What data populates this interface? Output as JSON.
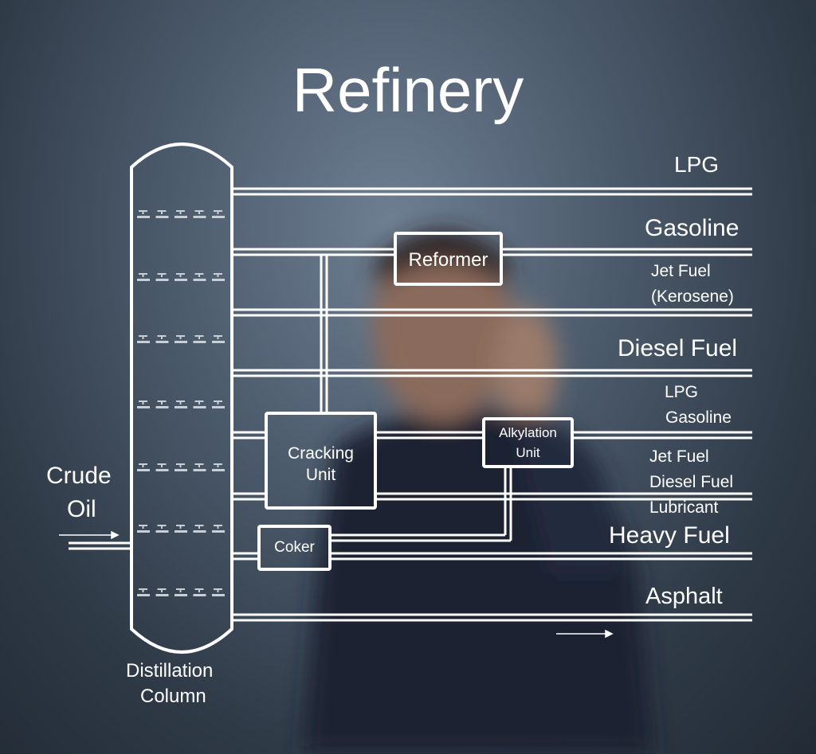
{
  "title": "Refinery",
  "column": {
    "label_line1": "Distillation",
    "label_line2": "Column"
  },
  "feed": {
    "line1": "Crude",
    "line2": "Oil"
  },
  "units": {
    "reformer": "Reformer",
    "cracking_line1": "Cracking",
    "cracking_line2": "Unit",
    "alkylation_line1": "Alkylation",
    "alkylation_line2": "Unit",
    "coker": "Coker"
  },
  "products": {
    "lpg": "LPG",
    "gasoline": "Gasoline",
    "jet_fuel": "Jet Fuel",
    "kerosene": "(Kerosene)",
    "diesel_fuel": "Diesel Fuel",
    "lpg2": "LPG",
    "gasoline2": "Gasoline",
    "jet_fuel2": "Jet Fuel",
    "diesel_fuel2": "Diesel Fuel",
    "lubricant": "Lubricant",
    "heavy_fuel": "Heavy Fuel",
    "asphalt": "Asphalt"
  },
  "colors": {
    "line": "#ffffff",
    "tray": "#c9cfd6",
    "background": "#4b5a6b"
  }
}
